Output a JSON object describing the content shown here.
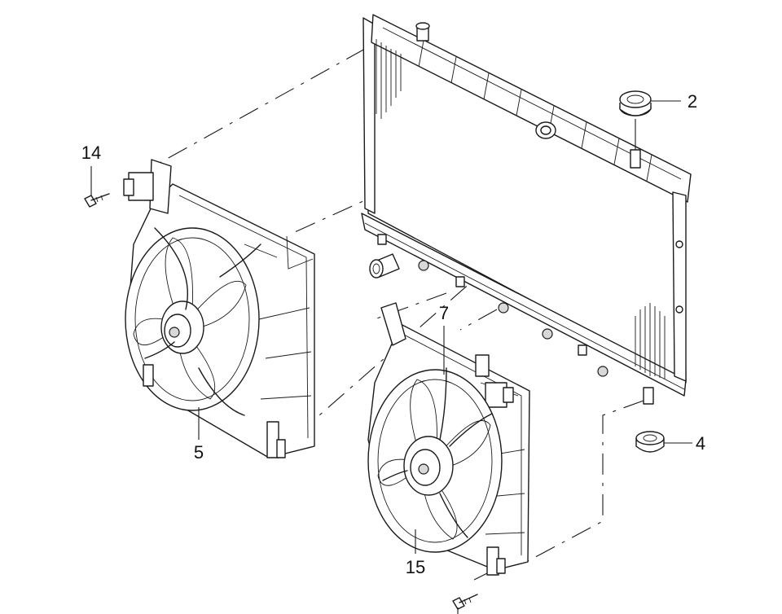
{
  "callouts": {
    "c2": "2",
    "c4": "4",
    "c5": "5",
    "c7": "7",
    "c14": "14",
    "c15": "15"
  }
}
